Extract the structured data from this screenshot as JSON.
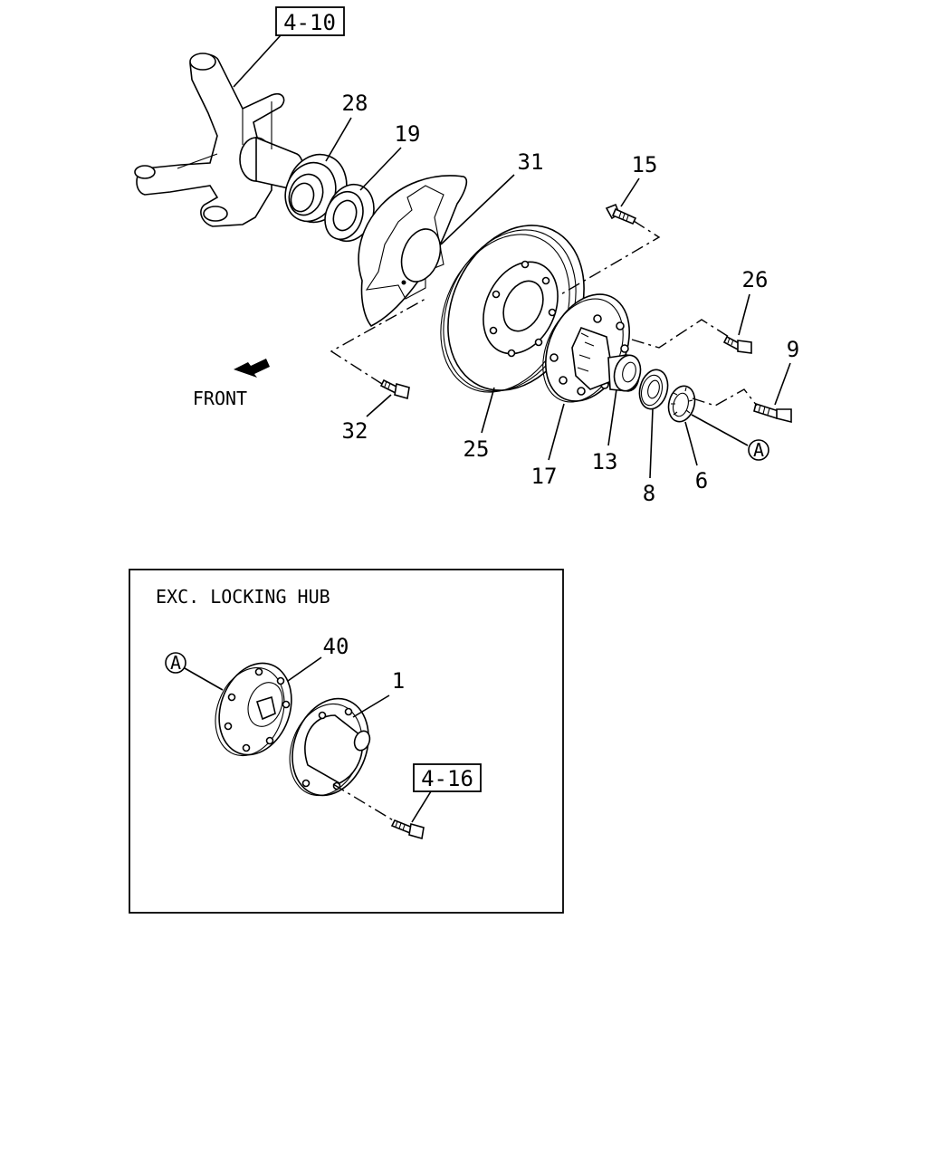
{
  "diagram": {
    "ref_boxes": [
      "4-10",
      "4-16"
    ],
    "front_label": "FRONT",
    "inset_title": "EXC. LOCKING HUB",
    "callout_letter": "A",
    "part_labels": {
      "p28": "28",
      "p19": "19",
      "p31": "31",
      "p15": "15",
      "p26": "26",
      "p9": "9",
      "p32": "32",
      "p25": "25",
      "p17": "17",
      "p13": "13",
      "p8": "8",
      "p6": "6",
      "p40": "40",
      "p1": "1"
    }
  }
}
